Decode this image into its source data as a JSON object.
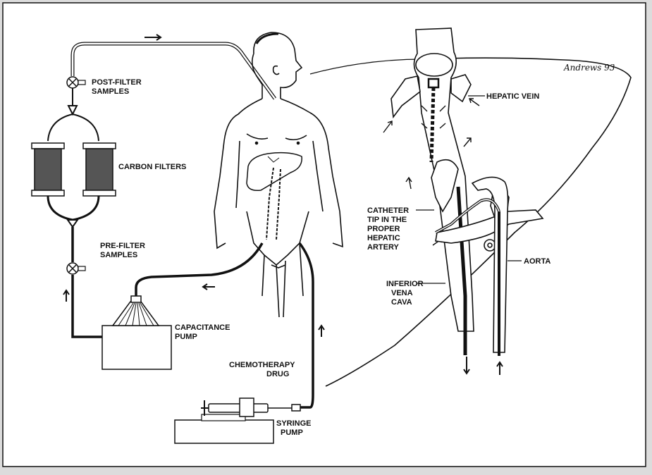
{
  "labels": {
    "post_filter_l1": "POST-FILTER",
    "post_filter_l2": "SAMPLES",
    "carbon_filters": "CARBON FILTERS",
    "pre_filter_l1": "PRE-FILTER",
    "pre_filter_l2": "SAMPLES",
    "capacitance_l1": "CAPACITANCE",
    "capacitance_l2": "PUMP",
    "chemo_l1": "CHEMOTHERAPY",
    "chemo_l2": "DRUG",
    "syringe_l1": "SYRINGE",
    "syringe_l2": "PUMP",
    "hepatic_vein": "HEPATIC VEIN",
    "catheter_l1": "CATHETER",
    "catheter_l2": "TIP IN THE",
    "catheter_l3": "PROPER",
    "catheter_l4": "HEPATIC",
    "catheter_l5": "ARTERY",
    "aorta": "AORTA",
    "ivc_l1": "INFERIOR",
    "ivc_l2": "VENA",
    "ivc_l3": "CAVA",
    "signature": "Andrews 93"
  },
  "colors": {
    "background": "#dcdcdc",
    "frame_fill": "#ffffff",
    "ink": "#111111",
    "filter_fill": "#555555"
  }
}
